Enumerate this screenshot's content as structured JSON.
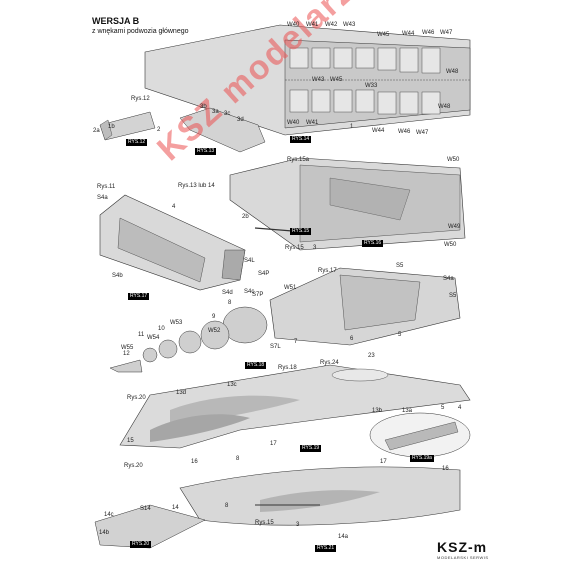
{
  "header": {
    "title": "WERSJA B",
    "subtitle": "z wnękami podwozia głównego"
  },
  "watermark": "KSZ modelarz.pl",
  "colors": {
    "part_fill": "#d6d6d6",
    "part_dark": "#a9a9a9",
    "line": "#333333",
    "watermark": "#e85a5a"
  },
  "logo": {
    "main": "KSZ-m",
    "sub": "MODELARSKI SERWIS"
  },
  "rys_labels": [
    "RYS.12",
    "RYS.13",
    "RYS.14",
    "RYS.15",
    "RYS.16",
    "RYS.17",
    "RYS.18",
    "RYS.19",
    "RYS.19a",
    "RYS.20",
    "RYS.21"
  ],
  "labels": [
    "Rys.12",
    "2a",
    "1b",
    "2",
    "3b",
    "3a",
    "3c",
    "3d",
    "W40",
    "W41",
    "W42",
    "W43",
    "W45",
    "W44",
    "W46",
    "W47",
    "W48",
    "W33",
    "W40",
    "W41",
    "W43",
    "W45",
    "W44",
    "W46",
    "W47",
    "W48",
    "1",
    "Rys.15a",
    "W50",
    "Rys.13 lub 14",
    "W49",
    "W50",
    "2b",
    "Rys.15",
    "3",
    "Rys.11",
    "S4a",
    "4",
    "S4L",
    "S4P",
    "S4b",
    "S4d",
    "S4c",
    "Rys.17",
    "S5",
    "S4a",
    "S5",
    "W51",
    "S7P",
    "S7L",
    "7",
    "6",
    "5",
    "8",
    "9",
    "W52",
    "10",
    "W53",
    "11",
    "W54",
    "12",
    "W55",
    "Rys.24",
    "Rys.18",
    "23",
    "13d",
    "13c",
    "Rys.20",
    "13a",
    "13b",
    "15",
    "16",
    "17",
    "5",
    "4",
    "Rys.20",
    "8",
    "8",
    "Rys.15",
    "17",
    "16",
    "3",
    "14",
    "S14",
    "14c",
    "14b",
    "14a"
  ]
}
